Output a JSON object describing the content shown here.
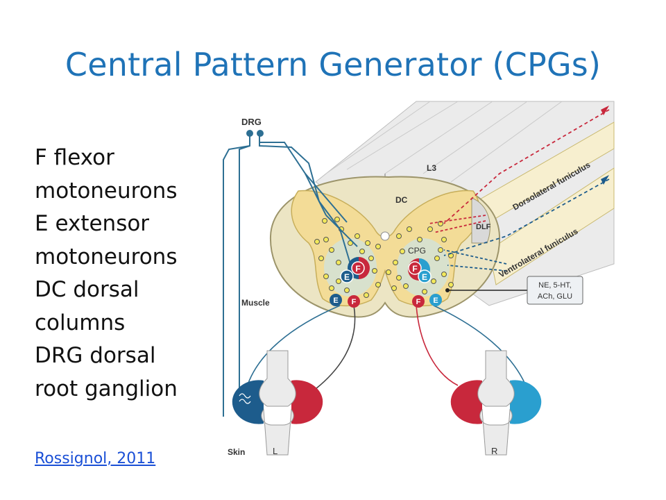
{
  "slide": {
    "title": "Central Pattern Generator (CPGs)",
    "legend_lines": [
      "F flexor",
      "motoneurons",
      "E extensor",
      "motoneurons",
      "DC dorsal",
      "columns",
      "DRG dorsal",
      "root ganglion"
    ],
    "citation": "Rossignol, 2011"
  },
  "figure": {
    "labels": {
      "drg": "DRG",
      "l3": "L3",
      "dc": "DC",
      "dlf": "DLF",
      "cpg": "CPG",
      "dorsolateral": "Dorsolateral funiculus",
      "ventrolateral": "Ventrolateral funiculus",
      "neuromod_line1": "NE, 5-HT,",
      "neuromod_line2": "ACh, GLU",
      "muscle": "Muscle",
      "skin": "Skin",
      "left_limb": "L",
      "right_limb": "R",
      "flexor": "F",
      "extensor": "E"
    },
    "colors": {
      "title": "#1f73b7",
      "flexor": "#c8283c",
      "extensor": "#1d5c8c",
      "extensor_light": "#2a9fcf",
      "gray_matter": "#f3dc97",
      "white_matter": "#ece5c4",
      "nerve": "#2d6f93"
    }
  }
}
